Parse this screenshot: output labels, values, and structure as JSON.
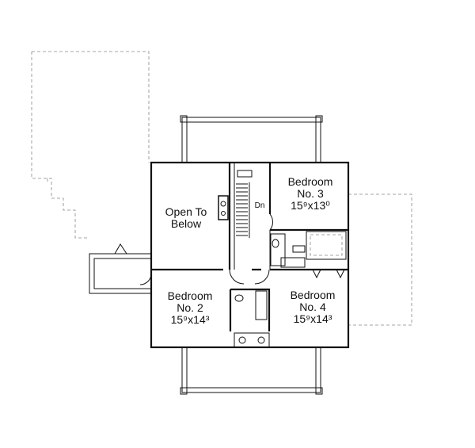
{
  "plan": {
    "rooms": [
      {
        "id": "open",
        "line1": "Open To",
        "line2": "Below",
        "line3": ""
      },
      {
        "id": "bed3",
        "line1": "Bedroom",
        "line2": "No. 3",
        "line3": "15⁹x13⁰"
      },
      {
        "id": "bed2",
        "line1": "Bedroom",
        "line2": "No. 2",
        "line3": "15⁹x14³"
      },
      {
        "id": "bed4",
        "line1": "Bedroom",
        "line2": "No. 4",
        "line3": "15⁹x14³"
      }
    ],
    "stair_label": "Dn"
  }
}
